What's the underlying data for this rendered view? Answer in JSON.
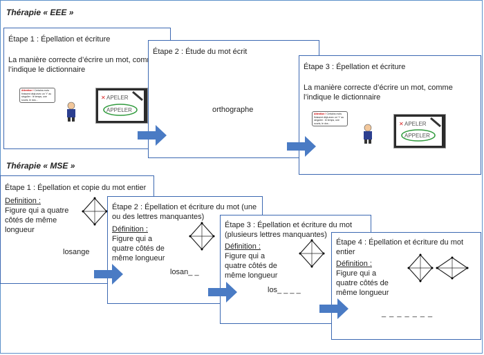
{
  "eee": {
    "heading": "Thérapie « EEE »",
    "step1": {
      "title": "Étape 1 : Épellation et écriture",
      "text": "La manière correcte d’écrire un mot, comme l’indique le dictionnaire"
    },
    "step2": {
      "title": "Étape 2 : Étude du mot écrit",
      "word": "orthographe"
    },
    "step3": {
      "title": "Étape 3 : Épellation et écriture",
      "text": "La manière correcte d’écrire un mot, comme l’indique le dictionnaire"
    },
    "speech": {
      "warn": "Attention !",
      "rest": "Certains mots finissent déjà avec un \"r\" au singulier : le temps, une souris, le dos..."
    },
    "wrong_word": "APELER",
    "right_word": "APPELER"
  },
  "mse": {
    "heading": "Thérapie « MSE »",
    "step1": {
      "title": "Étape 1 : Épellation et copie du mot entier",
      "def_label": "Definition :",
      "def_text": "Figure qui a quatre côtés de même longueur",
      "word": "losange"
    },
    "step2": {
      "title": "Étape 2 : Épellation et écriture du mot (une ou des lettres manquantes)",
      "def_label": "Définition :",
      "def_text": "Figure qui a quatre côtés de même longueur",
      "word": "losan_ _"
    },
    "step3": {
      "title": "Étape 3 : Épellation et écriture du mot (plusieurs lettres manquantes)",
      "def_label": "Définition :",
      "def_text": "Figure qui a quatre côtés de même longueur",
      "word": "los_ _ _ _"
    },
    "step4": {
      "title": "Étape 4 : Épellation et écriture du mot entier",
      "def_label": "Définition :",
      "def_text": "Figure qui a quatre côtés de même longueur",
      "word": "_ _ _ _ _ _ _"
    }
  },
  "colors": {
    "border": "#3a67b1",
    "arrow": "#4a7bc4",
    "wrong": "#d62020",
    "right": "#2f9a3c"
  },
  "icons": [
    "arrow-right-icon",
    "rhombus-icon",
    "cartoon-teacher-icon",
    "pen-correction-icon"
  ]
}
